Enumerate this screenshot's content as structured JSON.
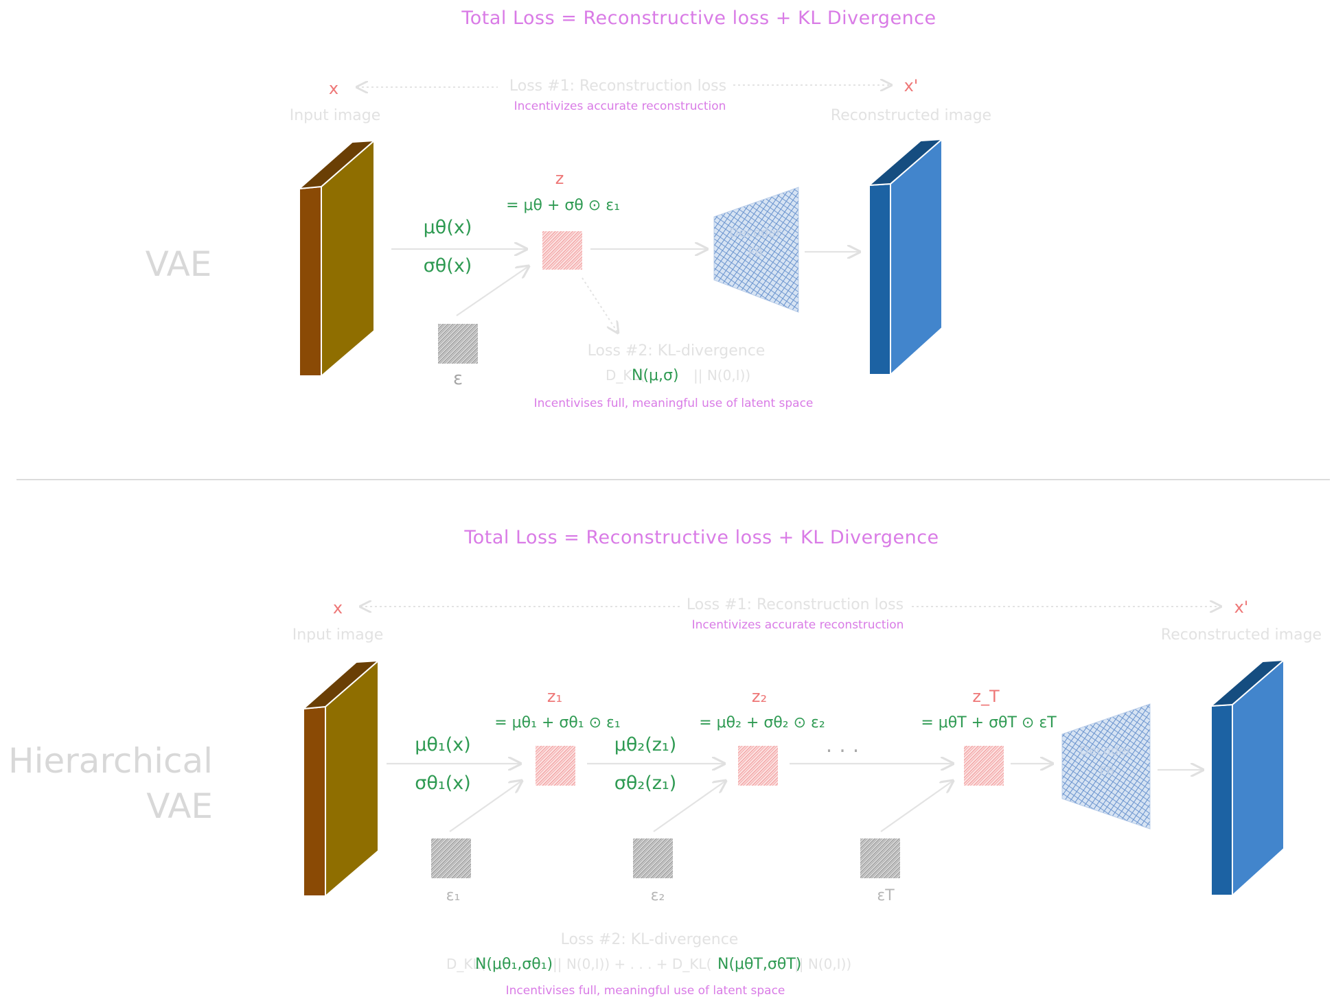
{
  "vae": {
    "total_loss": "Total Loss = Reconstructive loss + KL Divergence",
    "x": "x",
    "x_prime": "x'",
    "input_label": "Input image",
    "reconstructed_label": "Reconstructed image",
    "loss1_label": "Loss #1: Reconstruction loss",
    "loss1_note": "Incentivizes accurate reconstruction",
    "side_label": "VAE",
    "mu": "μθ(x)",
    "sigma": "σθ(x)",
    "z": "z",
    "z_eq": "= μθ + σθ ⊙ ε₁",
    "eps": "ε",
    "decoder": "Decoder",
    "decoder_sym": "Fθ",
    "loss2_label": "Loss #2: KL-divergence",
    "kl_prefix": "D_KL(",
    "kl_normal": "N(μ,σ)",
    "kl_suffix": "|| N(0,I))",
    "loss2_note": "Incentivises full, meaningful use of latent space"
  },
  "hvae": {
    "total_loss": "Total Loss = Reconstructive loss + KL Divergence",
    "x": "x",
    "x_prime": "x'",
    "input_label": "Input image",
    "reconstructed_label": "Reconstructed image",
    "loss1_label": "Loss #1: Reconstruction loss",
    "loss1_note": "Incentivizes accurate reconstruction",
    "side_label_1": "Hierarchical",
    "side_label_2": "VAE",
    "mu1": "μθ₁(x)",
    "sigma1": "σθ₁(x)",
    "mu2": "μθ₂(z₁)",
    "sigma2": "σθ₂(z₁)",
    "z1": "z₁",
    "z2": "z₂",
    "zT": "z_T",
    "z1_eq": "= μθ₁ + σθ₁ ⊙ ε₁",
    "z2_eq": "= μθ₂ + σθ₂ ⊙ ε₂",
    "zT_eq": "= μθT + σθT ⊙ εT",
    "eps1": "ε₁",
    "eps2": "ε₂",
    "epsT": "εT",
    "dots": "...",
    "decoder": "Decoder",
    "decoder_sym": "Fθ",
    "loss2_label": "Loss #2: KL-divergence",
    "kl_part1": "D_KL(",
    "kl_normal1": "N(μθ₁,σθ₁)",
    "kl_part2": "|| N(0,I)) + . . . + D_KL(",
    "kl_normalT": "N(μθT,σθT)",
    "kl_part3": "|| N(0,I))",
    "loss2_note": "Incentivises full, meaningful use of latent space"
  },
  "colors": {
    "encoder_front": "#8a4a05",
    "encoder_side": "#8f6e00",
    "decoder_out_front": "#1c62a3",
    "decoder_out_side": "#4285cc",
    "latent": "#f28b8b",
    "noise": "#8c8c8c",
    "decoder_hatch": "#4f80c4",
    "title": "#d97be6",
    "green": "#2e9a52",
    "red": "#ee7777"
  }
}
